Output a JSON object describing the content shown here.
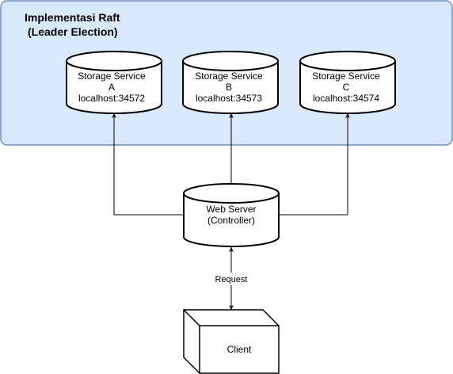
{
  "group": {
    "title_line1": "Implementasi Raft",
    "title_line2": "(Leader Election)"
  },
  "nodes": {
    "storage_a": {
      "lines": [
        "Storage Service",
        "A",
        "localhost:34572"
      ]
    },
    "storage_b": {
      "lines": [
        "Storage Service",
        "B",
        "localhost:34573"
      ]
    },
    "storage_c": {
      "lines": [
        "Storage Service",
        "C",
        "localhost:34574"
      ]
    },
    "web_server": {
      "lines": [
        "Web Server",
        "(Controller)"
      ]
    },
    "client": {
      "label": "Client"
    }
  },
  "edges": {
    "request_label": "Request"
  },
  "colors": {
    "group_fill": "#dae8fc",
    "group_stroke": "#6c8ebf",
    "stroke": "#000000",
    "fill": "#ffffff"
  }
}
